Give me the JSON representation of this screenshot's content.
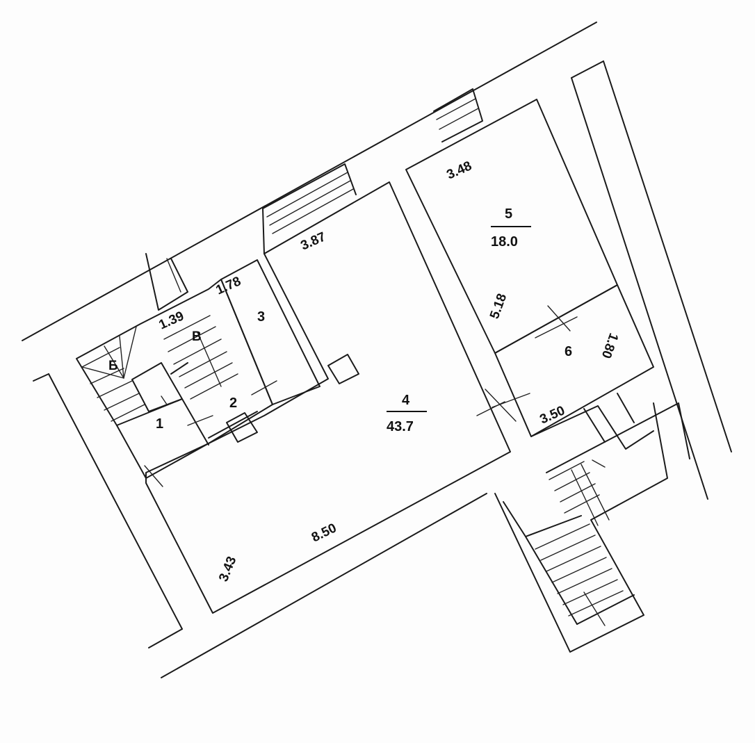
{
  "rooms": [
    {
      "id": "1",
      "number": "1"
    },
    {
      "id": "2",
      "number": "2"
    },
    {
      "id": "3",
      "number": "3"
    },
    {
      "id": "4",
      "number": "4",
      "area": "43.7"
    },
    {
      "id": "5",
      "number": "5",
      "area": "18.0"
    },
    {
      "id": "6",
      "number": "6"
    }
  ],
  "dimensions": {
    "d_139": "1.39",
    "d_178": "1.78",
    "d_387": "3.87",
    "d_348": "3.48",
    "d_518": "5.18",
    "d_180": "1.80",
    "d_350": "3.50",
    "d_850": "8.50",
    "d_343": "3.43"
  },
  "stair_marks": {
    "up": "В",
    "down": "Б"
  }
}
